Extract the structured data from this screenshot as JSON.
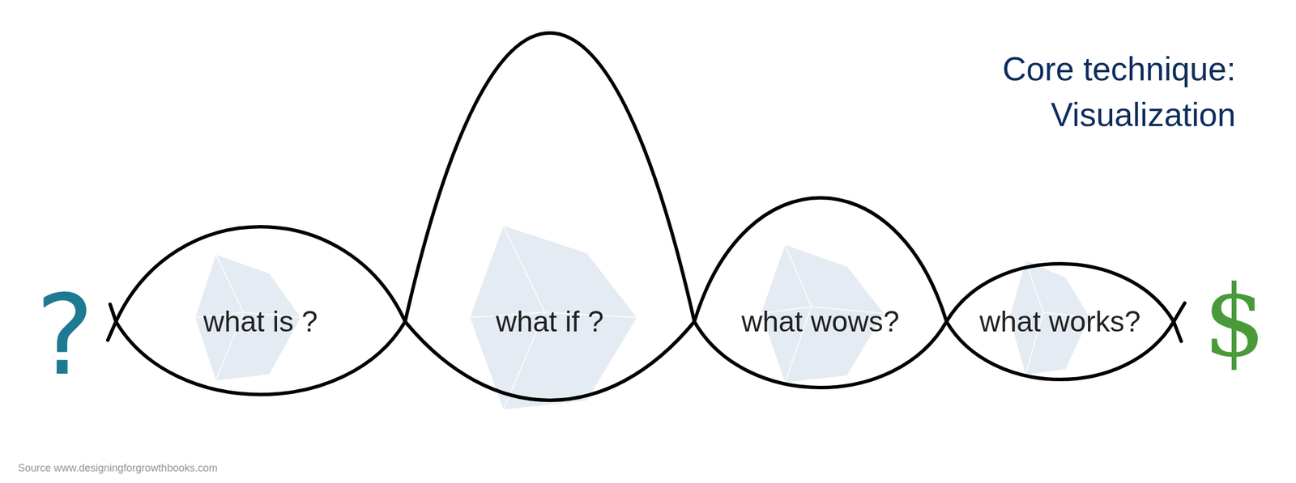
{
  "diagram": {
    "title": "Core technique: Visualization",
    "nodes": [
      {
        "text": [
          "what is ?"
        ]
      },
      {
        "text": [
          "what if ?"
        ]
      },
      {
        "text": [
          "what wows?"
        ]
      },
      {
        "text": [
          "what works?"
        ]
      }
    ],
    "labels": [
      "?",
      "$",
      "Source www.designingforgrowthbooks.com"
    ]
  }
}
